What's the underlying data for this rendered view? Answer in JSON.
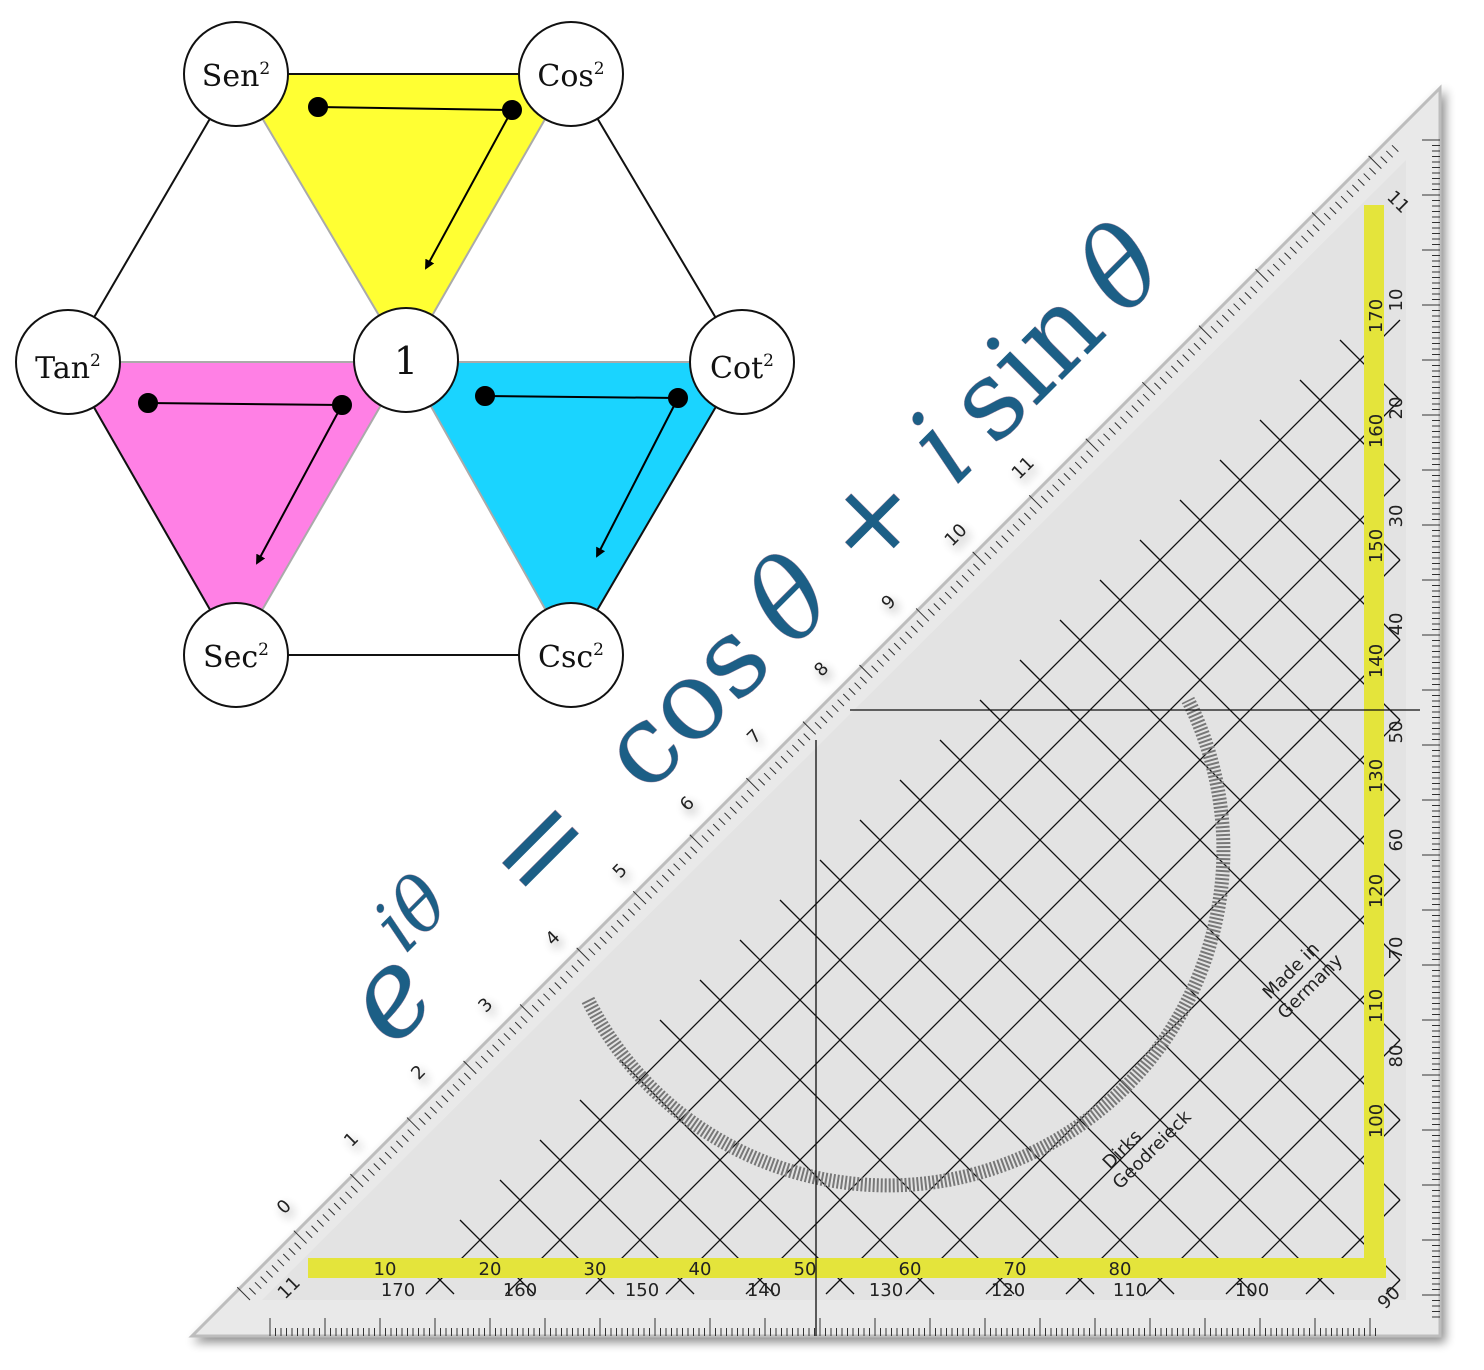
{
  "hexagon": {
    "center_label": "1",
    "nodes": {
      "top_left": {
        "base": "Sen",
        "sup": "2"
      },
      "top_right": {
        "base": "Cos",
        "sup": "2"
      },
      "mid_left": {
        "base": "Tan",
        "sup": "2"
      },
      "mid_right": {
        "base": "Cot",
        "sup": "2"
      },
      "bottom_left": {
        "base": "Sec",
        "sup": "2"
      },
      "bottom_right": {
        "base": "Csc",
        "sup": "2"
      }
    },
    "colors": {
      "top": "#ffff33",
      "left": "#ff80e5",
      "right": "#1ad4ff"
    }
  },
  "formula": {
    "lhs_base": "e",
    "lhs_exponent": "iθ",
    "equals": "=",
    "cos": "cos",
    "theta": "θ",
    "plus": "+",
    "i": "i",
    "sin": "sin",
    "color": "#1f5f86"
  },
  "ruler": {
    "brand_line1": "Dirks",
    "brand_line2": "Geodreieck",
    "made_line1": "Made in",
    "made_line2": "Germany",
    "bottom_top_numbers": [
      "10",
      "20",
      "30",
      "40",
      "50",
      "60",
      "70",
      "80"
    ],
    "bottom_bottom_numbers": [
      "170",
      "160",
      "150",
      "140",
      "130",
      "120",
      "110",
      "100"
    ],
    "right_inner_numbers": [
      "170",
      "160",
      "150",
      "140",
      "130",
      "120",
      "110",
      "100"
    ],
    "right_outer_numbers": [
      "10",
      "20",
      "30",
      "40",
      "50",
      "60",
      "70",
      "80"
    ],
    "hyp_numbers": [
      "0",
      "1",
      "2",
      "3",
      "4",
      "5",
      "6",
      "7",
      "8",
      "9",
      "10",
      "11"
    ],
    "corner_label": "90",
    "end_label": "11",
    "highlight_color": "#e4e43a"
  }
}
